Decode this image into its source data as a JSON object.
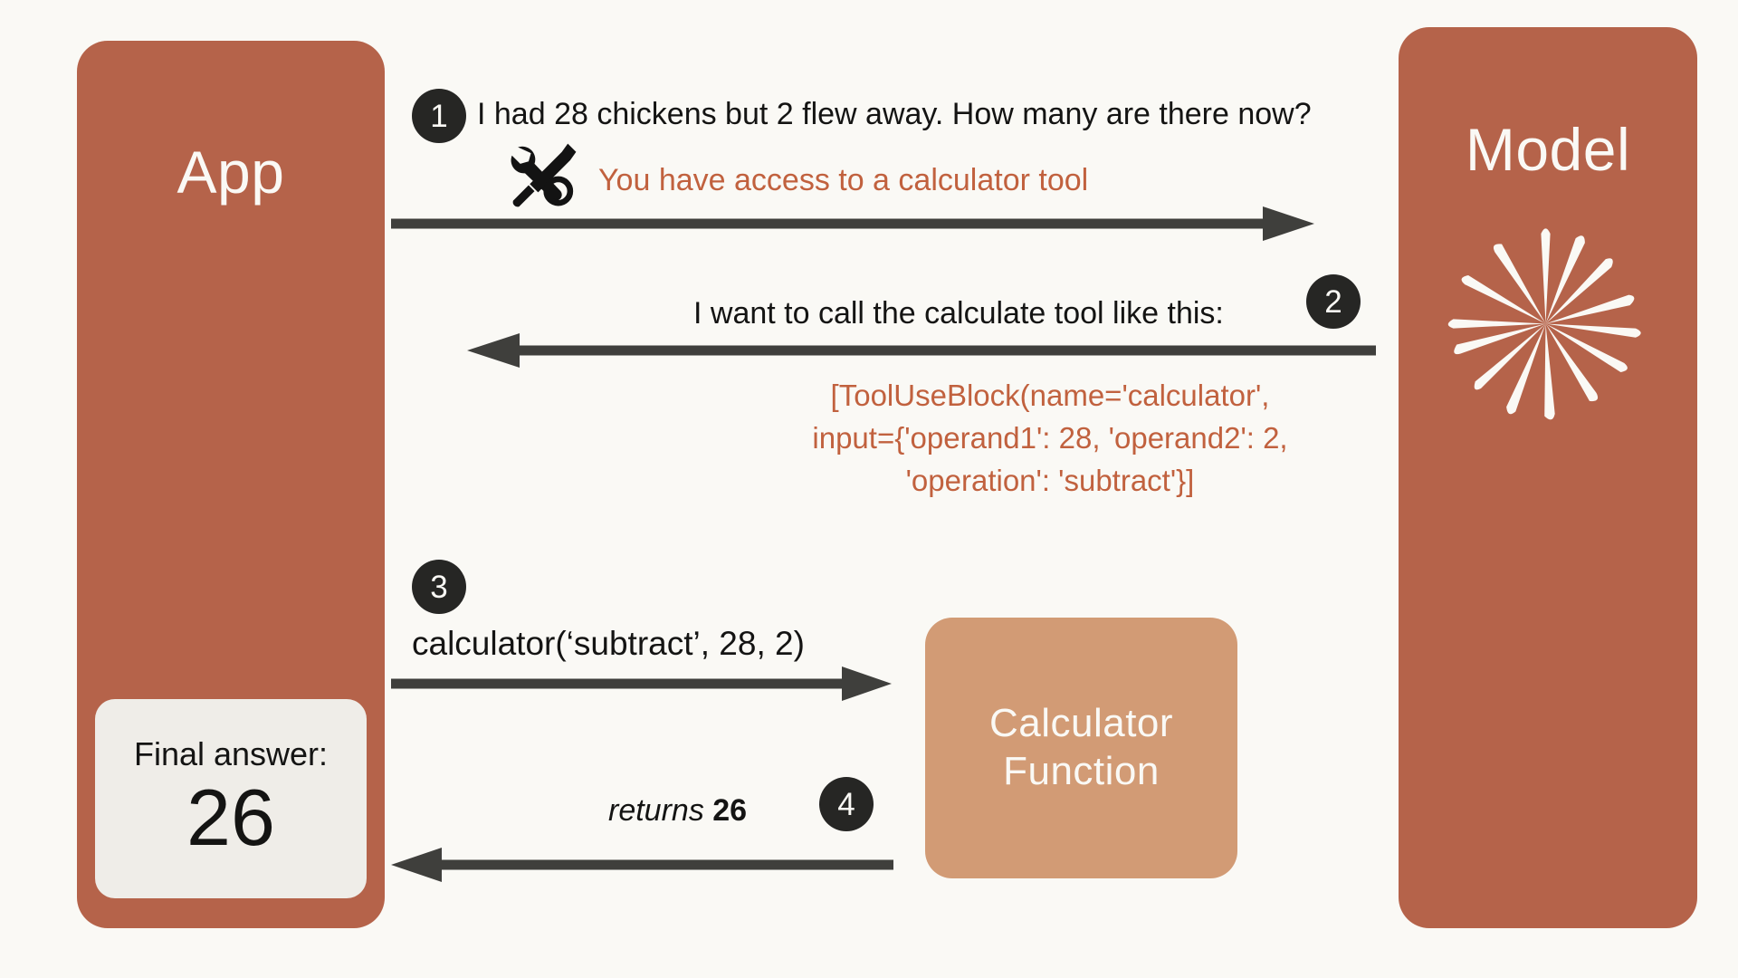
{
  "colors": {
    "background": "#FAF9F5",
    "column": "#B5634A",
    "accent_text": "#C1613E",
    "calculator_box": "#D29B75",
    "badge": "#262624",
    "arrow": "#3F3F3C",
    "card": "#EFEDE8",
    "body_text": "#141413",
    "column_text": "#FAF9F5"
  },
  "app_column": {
    "title": "App",
    "final_answer": {
      "label": "Final answer:",
      "value": "26"
    }
  },
  "model_column": {
    "title": "Model",
    "logo_icon": "anthropic-starburst-icon"
  },
  "calculator": {
    "label": "Calculator\nFunction"
  },
  "steps": [
    {
      "number": "1",
      "direction": "app-to-model",
      "text": "I had 28 chickens but 2 flew away. How many are there now?",
      "tool_icon": "hammer-and-wrench-icon",
      "tool_note": "You have access to a calculator tool"
    },
    {
      "number": "2",
      "direction": "model-to-app",
      "text": "I want to call the calculate tool like this:",
      "code": "[ToolUseBlock(name='calculator',\ninput={'operand1': 28, 'operand2': 2,\n'operation': 'subtract'}]"
    },
    {
      "number": "3",
      "direction": "app-to-calculator",
      "text": "calculator(‘subtract’, 28, 2)"
    },
    {
      "number": "4",
      "direction": "calculator-to-app",
      "text_italic": "returns ",
      "text_bold": "26"
    }
  ]
}
